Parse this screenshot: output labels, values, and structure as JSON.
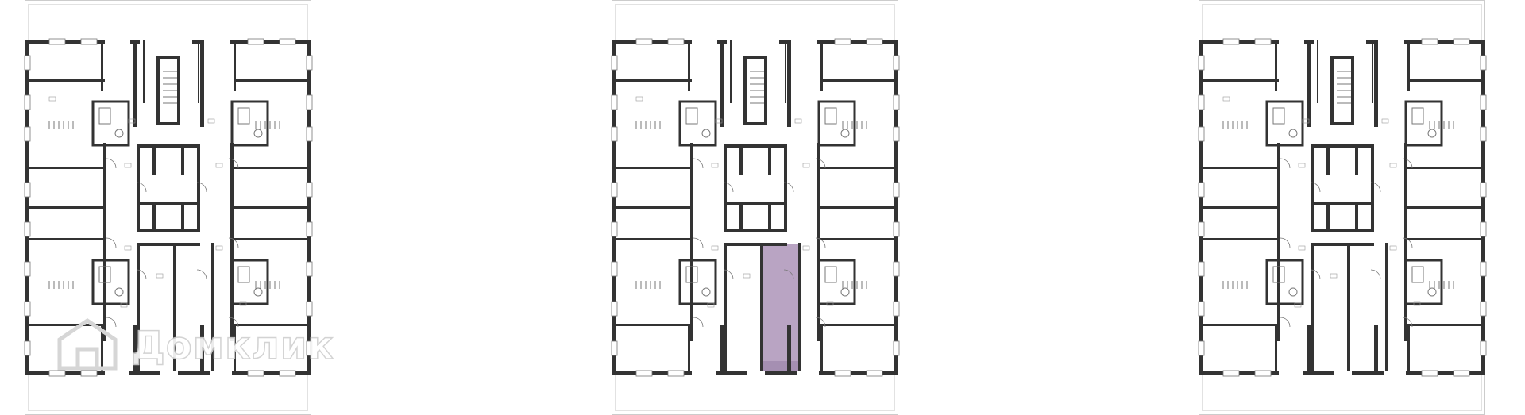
{
  "plans": [
    {
      "id": "floor-plan-left",
      "highlighted": false
    },
    {
      "id": "floor-plan-center",
      "highlighted": true
    },
    {
      "id": "floor-plan-right",
      "highlighted": false
    }
  ],
  "watermark": {
    "text": "Домклик",
    "icon": "house-logo-icon"
  },
  "colors": {
    "wall": "#333333",
    "thin": "#777777",
    "highlight": "#b9a4c3",
    "frame": "#cccccc"
  }
}
